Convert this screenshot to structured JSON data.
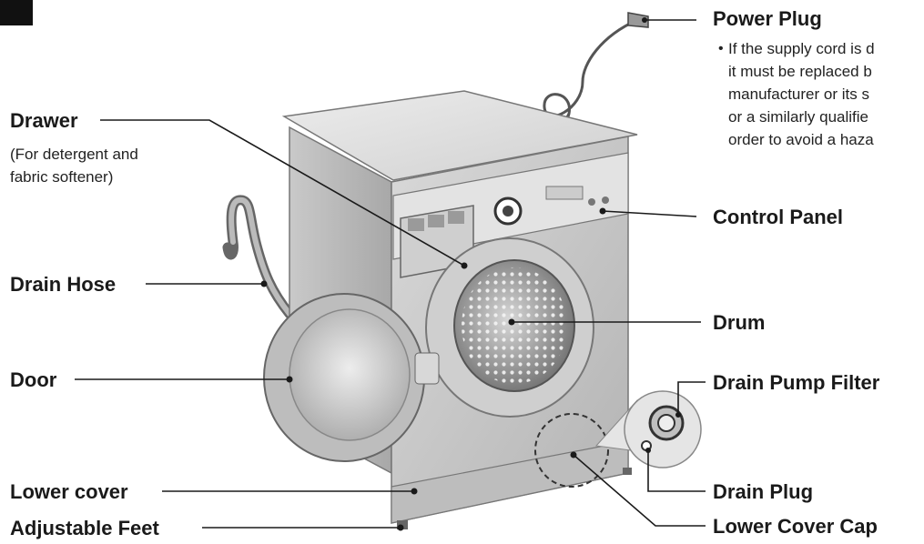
{
  "labels": {
    "power_plug": "Power Plug",
    "drawer": "Drawer",
    "drawer_note_1": "(For detergent and",
    "drawer_note_2": "fabric softener)",
    "control_panel": "Control Panel",
    "drain_hose": "Drain Hose",
    "drum": "Drum",
    "door": "Door",
    "drain_pump_filter": "Drain Pump Filter",
    "lower_cover": "Lower cover",
    "drain_plug": "Drain Plug",
    "adjustable_feet": "Adjustable Feet",
    "lower_cover_cap": "Lower Cover Cap"
  },
  "power_plug_note": {
    "bullet": "•",
    "line1": "If the supply cord is d",
    "line2": "it must be replaced b",
    "line3": "manufacturer or its s",
    "line4": "or a similarly qualifie",
    "line5": "order to avoid a haza"
  },
  "colors": {
    "text": "#1a1a1a",
    "machine_light": "#e6e6e6",
    "machine_mid": "#c4c4c4",
    "machine_dark": "#8f8f8f",
    "drum_dark": "#5a5a5a"
  }
}
